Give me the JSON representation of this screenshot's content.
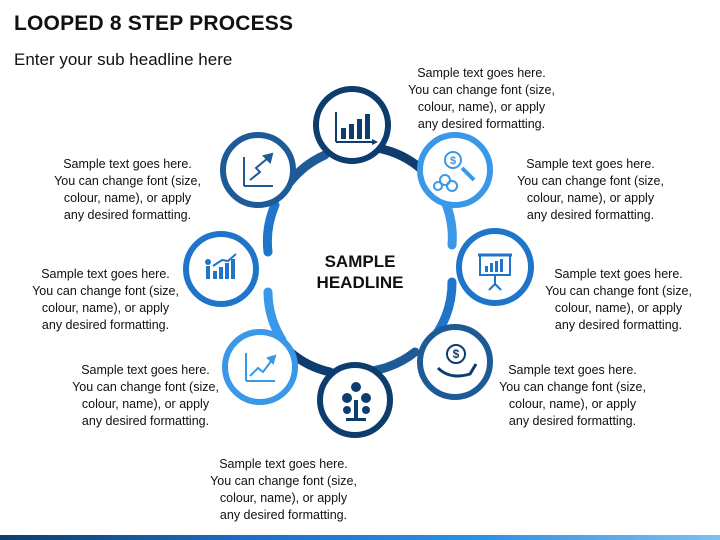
{
  "title": "LOOPED 8 STEP PROCESS",
  "subtitle": "Enter your sub headline here",
  "center": {
    "line1": "SAMPLE",
    "line2": "HEADLINE"
  },
  "colors": {
    "dark_navy": "#0d3d6e",
    "mid_navy": "#1e5a96",
    "blue": "#1f75c9",
    "light_blue": "#3a98e8",
    "background": "#ffffff"
  },
  "steps": [
    {
      "icon": "bar-chart-growth-icon",
      "ring_color": "#0d3d6e",
      "text": [
        "Sample text goes here.",
        "You can change font (size,",
        "colour, name), or apply",
        "any desired formatting."
      ]
    },
    {
      "icon": "dollar-search-icon",
      "ring_color": "#3a98e8",
      "text": [
        "Sample text goes here.",
        "You can change font (size,",
        "colour, name), or apply",
        "any desired formatting."
      ]
    },
    {
      "icon": "presentation-board-icon",
      "ring_color": "#1f75c9",
      "text": [
        "Sample text goes here.",
        "You can change font (size,",
        "colour, name), or apply",
        "any desired formatting."
      ]
    },
    {
      "icon": "hand-coin-icon",
      "ring_color": "#1e5a96",
      "text": [
        "Sample text goes here.",
        "You can change font (size,",
        "colour, name), or apply",
        "any desired formatting."
      ]
    },
    {
      "icon": "money-tree-icon",
      "ring_color": "#0d3d6e",
      "text": [
        "Sample text goes here.",
        "You can change font (size,",
        "colour, name), or apply",
        "any desired formatting."
      ]
    },
    {
      "icon": "line-chart-icon",
      "ring_color": "#3a98e8",
      "text": [
        "Sample text goes here.",
        "You can change font (size,",
        "colour, name), or apply",
        "any desired formatting."
      ]
    },
    {
      "icon": "growth-people-icon",
      "ring_color": "#1f75c9",
      "text": [
        "Sample text goes here.",
        "You can change font (size,",
        "colour, name), or apply",
        "any desired formatting."
      ]
    },
    {
      "icon": "zigzag-arrow-icon",
      "ring_color": "#1e5a96",
      "text": [
        "Sample text goes here.",
        "You can change font (size,",
        "colour, name), or apply",
        "any desired formatting."
      ]
    }
  ]
}
